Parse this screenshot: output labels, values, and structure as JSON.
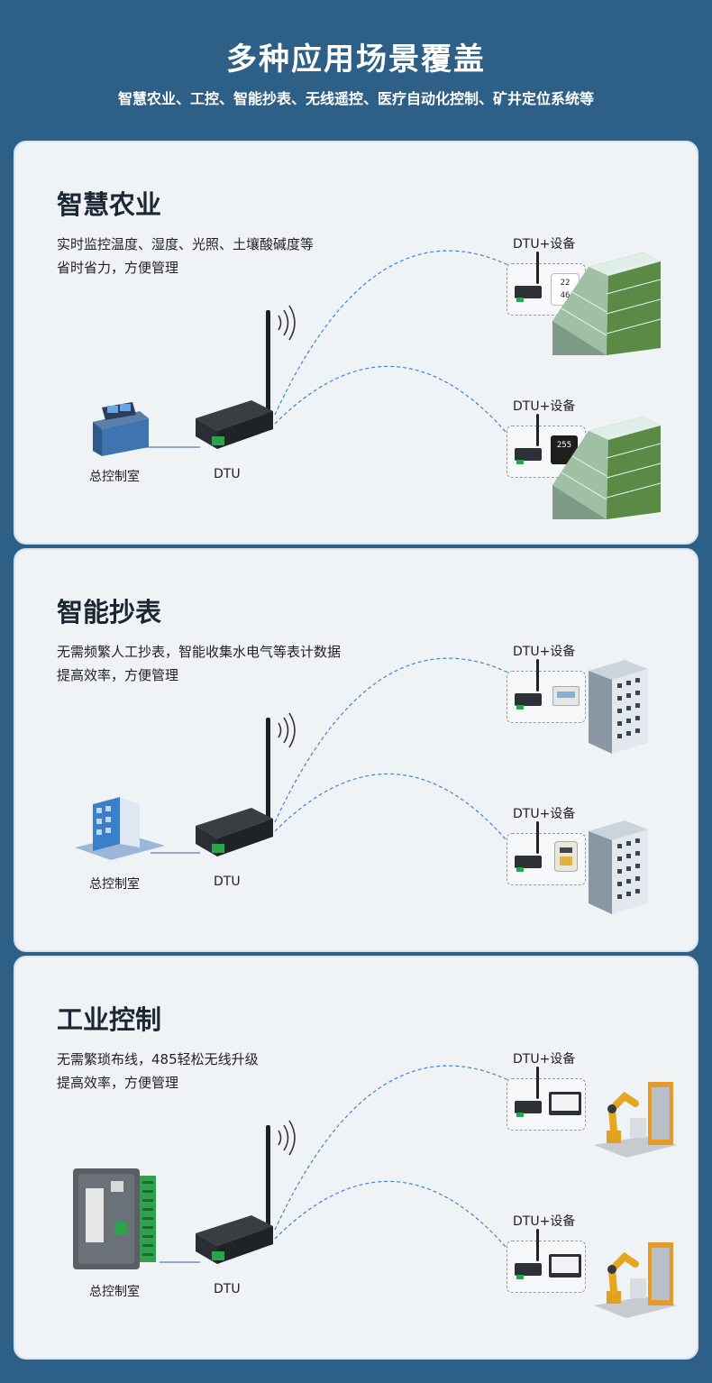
{
  "header": {
    "title": "多种应用场景覆盖",
    "subtitle": "智慧农业、工控、智能抄表、无线遥控、医疗自动化控制、矿井定位系统等"
  },
  "common": {
    "device_label": "DTU+设备",
    "dtu_label": "DTU",
    "control_room_label": "总控制室"
  },
  "cards": [
    {
      "title": "智慧农业",
      "desc_line1": "实时监控温度、湿度、光照、土壤酸碱度等",
      "desc_line2": "省时省力，方便管理",
      "device_a_readout1": "22",
      "device_a_readout2": "46",
      "device_b_readout": "255"
    },
    {
      "title": "智能抄表",
      "desc_line1": "无需频繁人工抄表，智能收集水电气等表计数据",
      "desc_line2": "提高效率，方便管理"
    },
    {
      "title": "工业控制",
      "desc_line1": "无需繁琐布线，485轻松无线升级",
      "desc_line2": "提高效率，方便管理"
    }
  ],
  "colors": {
    "background": "#2e5f86",
    "card": "#eff3f6",
    "link_line": "#3a86d6",
    "dtu_body": "#2c2f33",
    "terminal_green": "#2aa34a"
  }
}
